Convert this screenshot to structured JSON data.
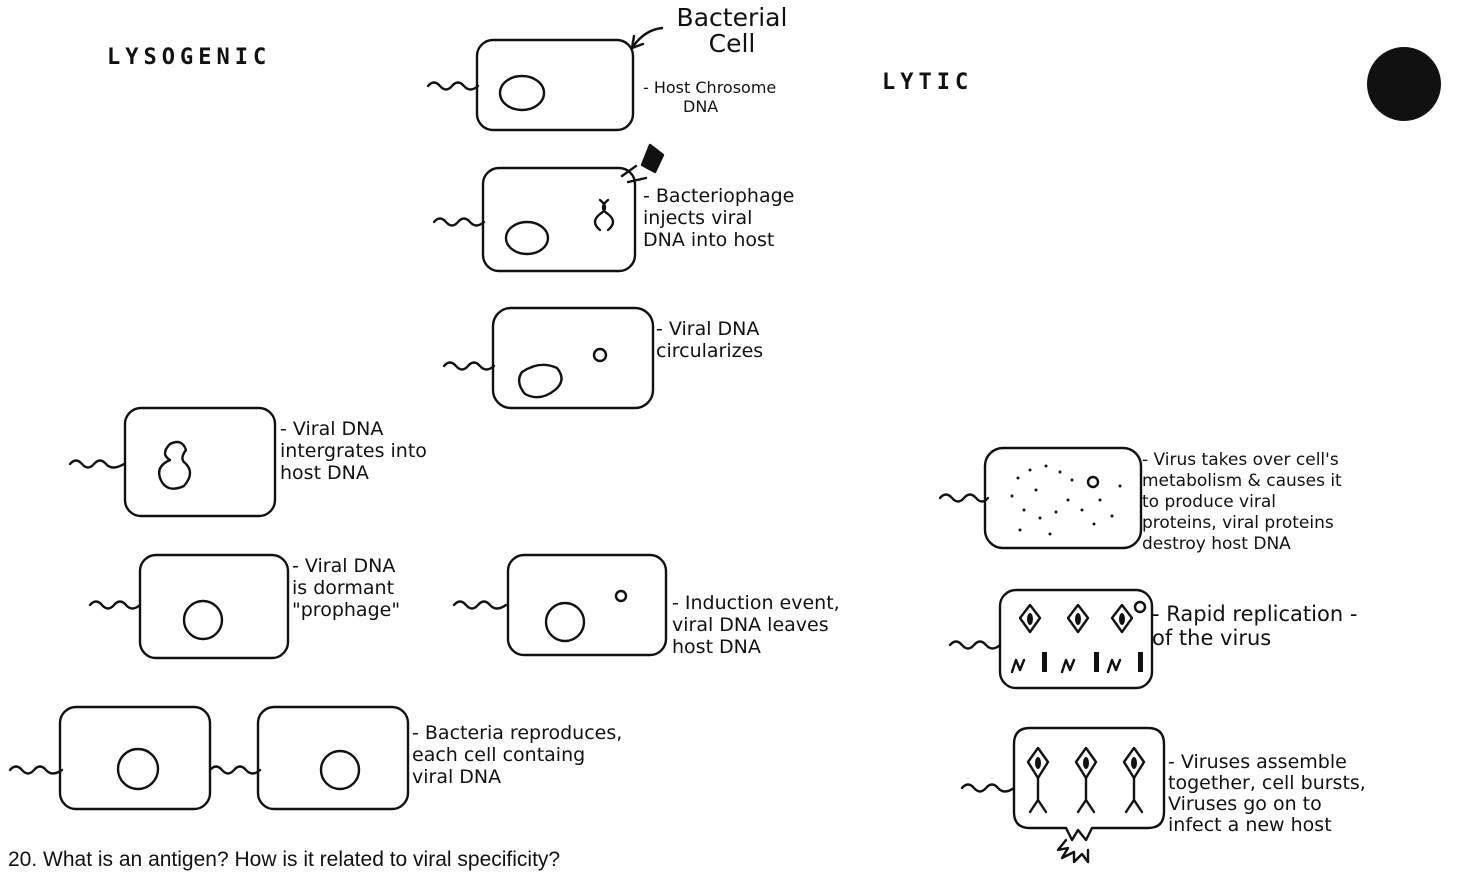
{
  "headings": {
    "lysogenic": "LYSOGENIC",
    "lytic": "LYTIC"
  },
  "top_label": {
    "line1": "Bacterial",
    "line2": "Cell"
  },
  "steps": {
    "host_dna": [
      "- Host Chrosome",
      "DNA"
    ],
    "inject": [
      "- Bacteriophage",
      "injects viral",
      "DNA into host"
    ],
    "circularize": [
      "- Viral DNA",
      "circularizes"
    ],
    "integrate": [
      "- Viral DNA",
      "intergrates into",
      "host DNA"
    ],
    "dormant": [
      "- Viral DNA",
      "is dormant",
      "\"prophage\""
    ],
    "induction": [
      "- Induction event,",
      "viral DNA leaves",
      "host DNA"
    ],
    "reproduce": [
      "- Bacteria reproduces,",
      "each cell containg",
      "viral DNA"
    ],
    "takeover": [
      "- Virus takes over cell's",
      "metabolism & causes it",
      "to produce viral",
      "proteins, viral proteins",
      "destroy host DNA"
    ],
    "replicate": [
      "- Rapid replication -",
      "of the virus"
    ],
    "assemble": [
      "- Viruses assemble",
      "together, cell bursts,",
      "Viruses go on to",
      "infect a new host"
    ]
  },
  "question": "20. What is an antigen? How is it related to viral specificity?",
  "colors": {
    "ink": "#111111",
    "background": "#ffffff"
  }
}
